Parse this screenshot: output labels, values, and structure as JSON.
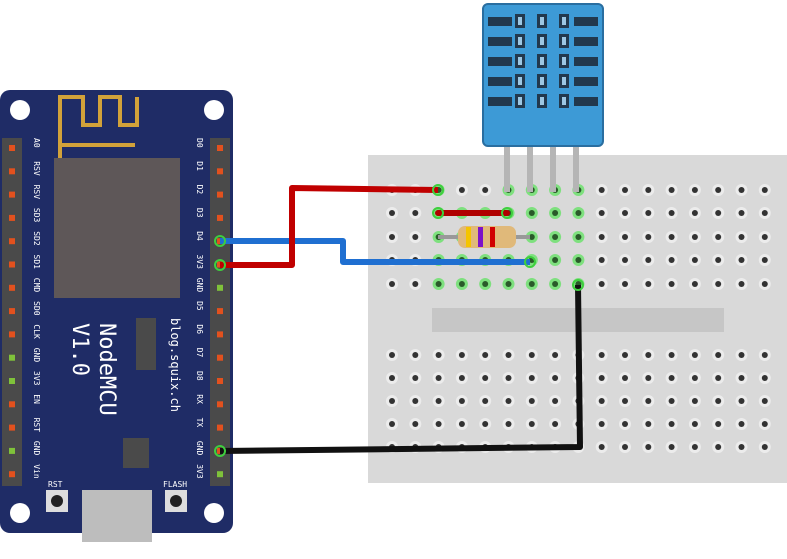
{
  "board": {
    "name_line1": "NodeMCU",
    "name_line2": "V1.0",
    "url": "blog.squix.ch",
    "rst_label": "RST",
    "flash_label": "FLASH",
    "color": "#1f2c66",
    "left_pins": [
      "A0",
      "RSV",
      "RSV",
      "SD3",
      "SD2",
      "SD1",
      "CMD",
      "SD0",
      "CLK",
      "GND",
      "3V3",
      "EN",
      "RST",
      "GND",
      "Vin"
    ],
    "right_pins": [
      "D0",
      "D1",
      "D2",
      "D3",
      "D4",
      "3V3",
      "GND",
      "D5",
      "D6",
      "D7",
      "D8",
      "RX",
      "TX",
      "GND",
      "3V3"
    ]
  },
  "sensor": {
    "color": "#3d9ad6"
  },
  "resistor": {
    "bands": [
      "#f5c400",
      "#7d12c9",
      "#d10000"
    ]
  },
  "wires": [
    {
      "name": "data-wire",
      "color": "#1f6fd1",
      "from": "D4",
      "to": "breadboard"
    },
    {
      "name": "power-wire",
      "color": "#c00000",
      "from": "3V3",
      "to": "breadboard"
    },
    {
      "name": "ground-wire",
      "color": "#111111",
      "from": "GND",
      "to": "breadboard"
    }
  ]
}
